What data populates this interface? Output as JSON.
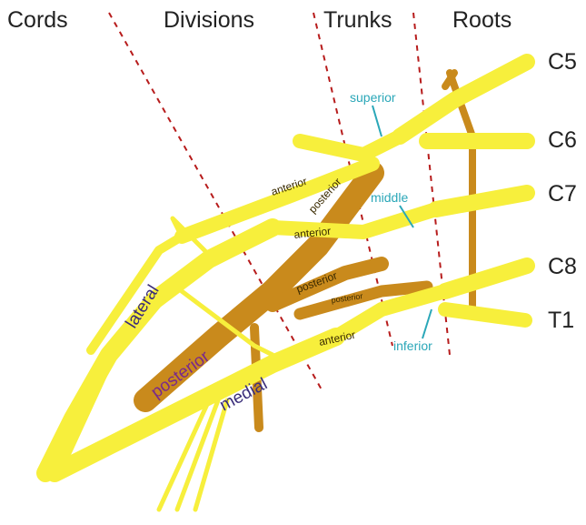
{
  "headers": {
    "cords": "Cords",
    "divisions": "Divisions",
    "trunks": "Trunks",
    "roots": "Roots"
  },
  "roots": {
    "c5": "C5",
    "c6": "C6",
    "c7": "C7",
    "c8": "C8",
    "t1": "T1"
  },
  "trunks": {
    "superior": "superior",
    "middle": "middle",
    "inferior": "inferior"
  },
  "divisions": {
    "anterior_upper": "anterior",
    "posterior_upper": "posterior",
    "anterior_middle": "anterior",
    "posterior_middle": "posterior",
    "posterior_lower": "posterior",
    "anterior_lower": "anterior"
  },
  "cords": {
    "lateral": "lateral",
    "posterior": "posterior",
    "medial": "medial"
  },
  "colors": {
    "nerve_yellow": "#f7ef3c",
    "nerve_outline": "#b9a400",
    "posterior_brown": "#c98a1c",
    "divider_red": "#b71c1c",
    "trunk_label": "#2aa7b8",
    "cord_label": "#3a2d7a"
  }
}
